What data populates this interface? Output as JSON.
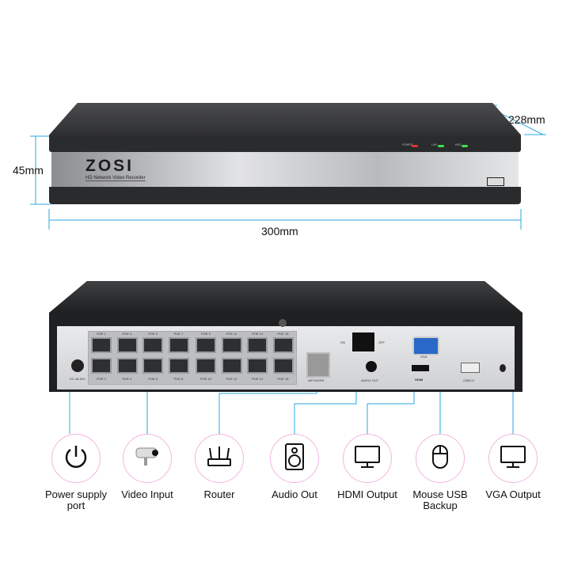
{
  "front": {
    "brand": "ZOSI",
    "subtitle": "HD Network Video Recorder",
    "leds": [
      {
        "label": "POWER",
        "color": "#e0353a"
      },
      {
        "label": "LAN",
        "color": "#3fe04a"
      },
      {
        "label": "HDD",
        "color": "#3fe04a"
      }
    ],
    "dimensions": {
      "height": "45mm",
      "width": "300mm",
      "depth": "228mm"
    }
  },
  "back": {
    "poe_top": [
      "POE 1",
      "POE 3",
      "POE 5",
      "POE 7",
      "POE 9",
      "POE 11",
      "POE 13",
      "POE 15"
    ],
    "poe_bottom": [
      "POE 2",
      "POE 4",
      "POE 6",
      "POE 8",
      "POE 10",
      "POE 12",
      "POE 14",
      "POE 16"
    ],
    "power_label": "DC 48-52V",
    "network_label": "NETWORK",
    "switch_on": "ON",
    "switch_off": "OFF",
    "vga_label": "VGA",
    "audio_label": "AUDIO OUT",
    "hdmi_label": "HDMI",
    "usb_label": "USB2.0"
  },
  "features": [
    {
      "label": "Power supply port",
      "icon": "power-icon"
    },
    {
      "label": "Video Input",
      "icon": "camera-icon"
    },
    {
      "label": "Router",
      "icon": "router-icon"
    },
    {
      "label": "Audio Out",
      "icon": "speaker-icon"
    },
    {
      "label": "HDMI Output",
      "icon": "monitor-icon"
    },
    {
      "label": "Mouse USB Backup",
      "icon": "mouse-icon"
    },
    {
      "label": "VGA Output",
      "icon": "monitor-icon"
    }
  ],
  "colors": {
    "accent": "#29a8e0",
    "circle_border": "#f2b6e0"
  }
}
